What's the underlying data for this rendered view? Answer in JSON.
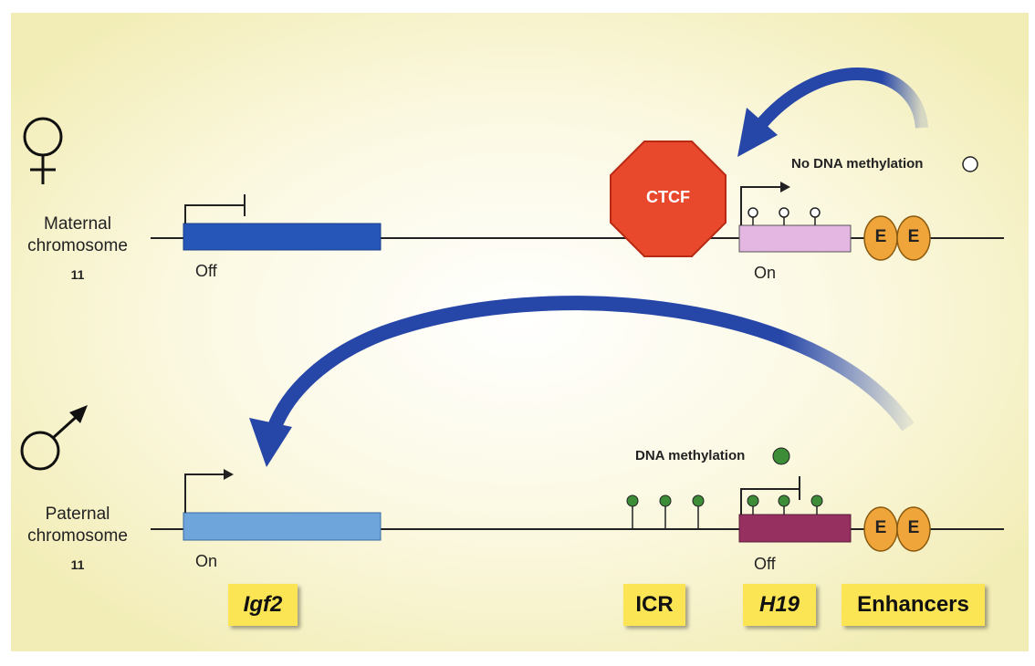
{
  "maternal": {
    "symbol": "♀",
    "label_line1": "Maternal",
    "label_line2": "chromosome",
    "number": "11",
    "igf2_state": "Off",
    "h19_state": "On",
    "methylation_label": "No DNA methylation",
    "ctcf_label": "CTCF",
    "enhancer1": "E",
    "enhancer2": "E"
  },
  "paternal": {
    "symbol": "♂",
    "label_line1": "Paternal",
    "label_line2": "chromosome",
    "number": "11",
    "igf2_state": "On",
    "h19_state": "Off",
    "methylation_label": "DNA methylation",
    "enhancer1": "E",
    "enhancer2": "E"
  },
  "tags": {
    "igf2": "Igf2",
    "icr": "ICR",
    "h19": "H19",
    "enhancers": "Enhancers"
  },
  "colors": {
    "background": "#f8f4cc",
    "maternal_igf2": "#2556b8",
    "paternal_igf2": "#6ea6dc",
    "maternal_h19": "#e4b6e2",
    "paternal_h19": "#963060",
    "enhancer": "#f0a53a",
    "ctcf": "#e8492c",
    "methyl": "#3c8c38",
    "arrow": "#2646a8",
    "tag": "#fbe555"
  }
}
